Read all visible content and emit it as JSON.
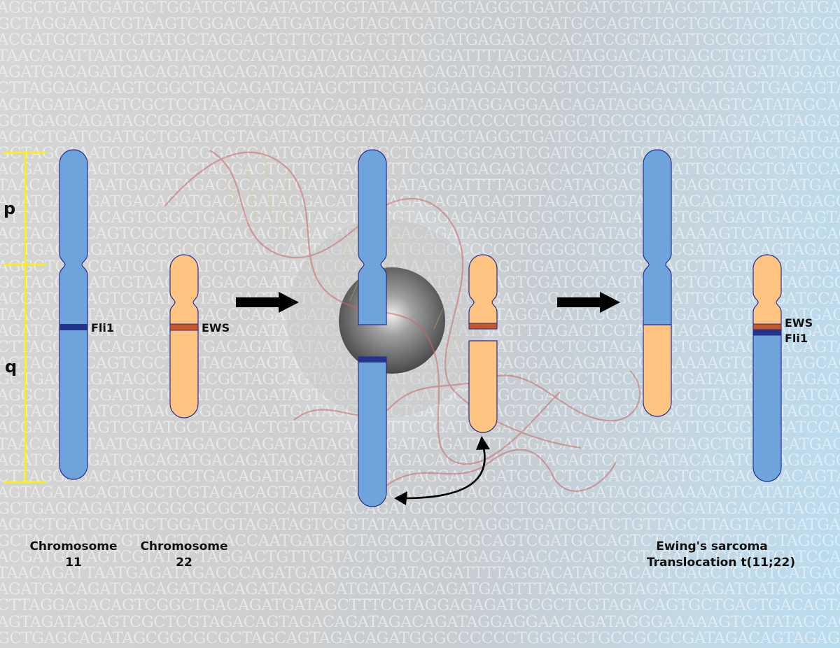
{
  "background_dna_lines": [
    "AGGCTGATCGATGCTGGATCGTAGATAGTCGGTATAAAATGCTAGGCTGATCGATCTGTTAGCTTAGTACTGATGATGCTG",
    "GCTAGGAAATCGTAAGTCGGACCAATGATAGCTAGCTGATCGGCAGTCGATGCCAGTCTGCTGGCTAGCTAGCGCCCAT",
    "ACGATGCTAGTCGTATGCTAGGACTGTTCGTACTGTTCGGATGAGAGACCACATCGGTAGATTGCGGCTGATCCAGTAG",
    "TAACAGATTAATGAGATAGACCCAGATGATAGGACGATAGGATTTTAGGACATAGGACAGTGAGCTGTGTCATGACAGC",
    "AGATGACAGATGACAGATGACAGATAGGACATGATAGACAGATGAGTTTAGAGTCGTAGATACAGATGATAGGAGGAT",
    "CTTAGGAGACAGTCGGCTGACAGATGATAGCTTTCGTAGGAGAGATGCGCTCGTAGACAGTGCTGACTGACAGTAGAT",
    "AGTAGATACAGTCGCTCGTAGACAGTAGACAGATAGACAGATAGGAGGAACAGATAGGGAAAAAGTCATATAGCAGAT",
    "GCTGAGCAGATAGCGGCGCGCTAGCAGTAGACAGATGGGCCCCCCTGGGGCTGCCGCGCGATAGACAGTAGAGGACA",
    "AGGCTGATCGATGCTGGATCGTAGATAGTCGGTATAAAATGCTAGGCTGATCGATCTGTTAGCTTAGTACTGATGATGCTG",
    "GCTAGGAAATCGTAAGTCGGACCAATGATAGCTAGCTGATCGGCAGTCGATGCCAGTCTGCTGGCTAGCTAGCGCCCAT",
    "ACGATGCTAGTCGTATGCTAGGACTGTTCGTACTGTTCGGATGAGAGACCACATCGGTAGATTGCGGCTGATCCAGTAG",
    "TAACAGATTAATGAGATAGACCCAGATGATAGGACGATAGGATTTTAGGACATAGGACAGTGAGCTGTGTCATGACAGC",
    "AGATGACAGATGACAGATGACAGATAGGACATGATAGACAGATGAGTTTAGAGTCGTAGATACAGATGATAGGAGGAT",
    "CTTAGGAGACAGTCGGCTGACAGATGATAGCTTTCGTAGGAGAGATGCGCTCGTAGACAGTGCTGACTGACAGTAGAT",
    "AGTAGATACAGTCGCTCGTAGACAGTAGACAGATAGACAGATAGGAGGAACAGATAGGGAAAAAGTCATATAGCAGAT",
    "GCTGAGCAGATAGCGGCGCGCTAGCAGTAGACAGATGGGCCCCCCTGGGGCTGCCGCGCGATAGACAGTAGAGGACA",
    "AGGCTGATCGATGCTGGATCGTAGATAGTCGGTATAAAATGCTAGGCTGATCGATCTGTTAGCTTAGTACTGATGATGCTG",
    "GCTAGGAAATCGTAAGTCGGACCAATGATAGCTAGCTGATCGGCAGTCGATGCCAGTCTGCTGGCTAGCTAGCGCCCAT",
    "ACGATGCTAGTCGTATGCTAGGACTGTTCGTACTGTTCGGATGAGAGACCACATCGGTAGATTGCGGCTGATCCAGTAG",
    "TAACAGATTAATGAGATAGACCCAGATGATAGGACGATAGGATTTTAGGACATAGGACAGTGAGCTGTGTCATGACAGC",
    "AGATGACAGATGACAGATGACAGATAGGACATGATAGACAGATGAGTTTAGAGTCGTAGATACAGATGATAGGAGGAT",
    "CTTAGGAGACAGTCGGCTGACAGATGATAGCTTTCGTAGGAGAGATGCGCTCGTAGACAGTGCTGACTGACAGTAGAT",
    "AGTAGATACAGTCGCTCGTAGACAGTAGACAGATAGACAGATAGGAGGAACAGATAGGGAAAAAGTCATATAGCAGAT",
    "GCTGAGCAGATAGCGGCGCGCTAGCAGTAGACAGATGGGCCCCCCTGGGGCTGCCGCGCGATAGACAGTAGAGGACA",
    "AGGCTGATCGATGCTGGATCGTAGATAGTCGGTATAAAATGCTAGGCTGATCGATCTGTTAGCTTAGTACTGATGATGCTG",
    "GCTAGGAAATCGTAAGTCGGACCAATGATAGCTAGCTGATCGGCAGTCGATGCCAGTCTGCTGGCTAGCTAGCGCCCAT",
    "ACGATGCTAGTCGTATGCTAGGACTGTTCGTACTGTTCGGATGAGAGACCACATCGGTAGATTGCGGCTGATCCAGTAG",
    "TAACAGATTAATGAGATAGACCCAGATGATAGGACGATAGGATTTTAGGACATAGGACAGTGAGCTGTGTCATGACAGC",
    "AGATGACAGATGACAGATGACAGATAGGACATGATAGACAGATGAGTTTAGAGTCGTAGATACAGATGATAGGAGGAT",
    "CTTAGGAGACAGTCGGCTGACAGATGATAGCTTTCGTAGGAGAGATGCGCTCGTAGACAGTGCTGACTGACAGTAGAT",
    "AGTAGATACAGTCGCTCGTAGACAGTAGACAGATAGACAGATAGGAGGAACAGATAGGGAAAAAGTCATATAGCAGAT",
    "GCTGAGCAGATAGCGGCGCGCTAGCAGTAGACAGATGGGCCCCCCTGGGGCTGCCGCGCGATAGACAGTAGAGGACA",
    "AGGCTGATCGATGCTGGATCGTAGATAGTCGGTATAAAATGCTAGGCTGATCGATCTGTTAGCTTAGTACTGATGATGCTG",
    "GCTAGGAAATCGTAAGTCGGACCAATGATAGCTAGCTGATCGGCAGTCGATGCCAGTCTGCTGGCTAGCTAGCGCCCAT",
    "ACGATGCTAGTCGTATGCTAGGACTGTTCGTACTGTTCGGATGAGAGACCACATCGGTAGATTGCGGCTGATCCAGTAG",
    "TAACAGATTAATGAGATAGACCCAGATGATAGGACGATAGGATTTTAGGACATAGGACAGTGAGCTGTGTCATGACAGC",
    "AGATGACAGATGACAGATGACAGATAGGACATGATAGACAGATGAGTTTAGAGTCGTAGATACAGATGATAGGAGGAT",
    "CTTAGGAGACAGTCGGCTGACAGATGATAGCTTTCGTAGGAGAGATGCGCTCGTAGACAGTGCTGACTGACAGTAGAT",
    "AGTAGATACAGTCGCTCGTAGACAGTAGACAGATAGACAGATAGGAGGAACAGATAGGGAAAAAGTCATATAGCAGAT",
    "GCTGAGCAGATAGCGGCGCGCTAGCAGTAGACAGATGGGCCCCCCTGGGGCTGCCGCGCGATAGACAGTAGAGGACA"
  ],
  "arm_labels": {
    "p": "p",
    "q": "q"
  },
  "band_labels": {
    "fli1_chr11": "Fli1",
    "ews_chr22": "EWS",
    "ews_derivative": "EWS",
    "fli1_derivative": "Fli1"
  },
  "captions": {
    "chr11_line1": "Chromosome",
    "chr11_line2": "11",
    "chr22_line1": "Chromosome",
    "chr22_line2": "22",
    "result_line1": "Ewing's sarcoma",
    "result_line2": "Translocation t(11;22)"
  },
  "colors": {
    "chr11_blue": "#6fa3dc",
    "chr22_orange": "#ffc481",
    "outline": "#2a2f8a",
    "fli1_band": "#26338c",
    "ews_band": "#c4582a",
    "scale_bar": "#fff200",
    "arrow": "#000000",
    "dna_helix": "#c46a6a"
  },
  "icons": {
    "step_arrows": "right-arrow",
    "swap_arrow": "double-headed-curved-arrow"
  }
}
